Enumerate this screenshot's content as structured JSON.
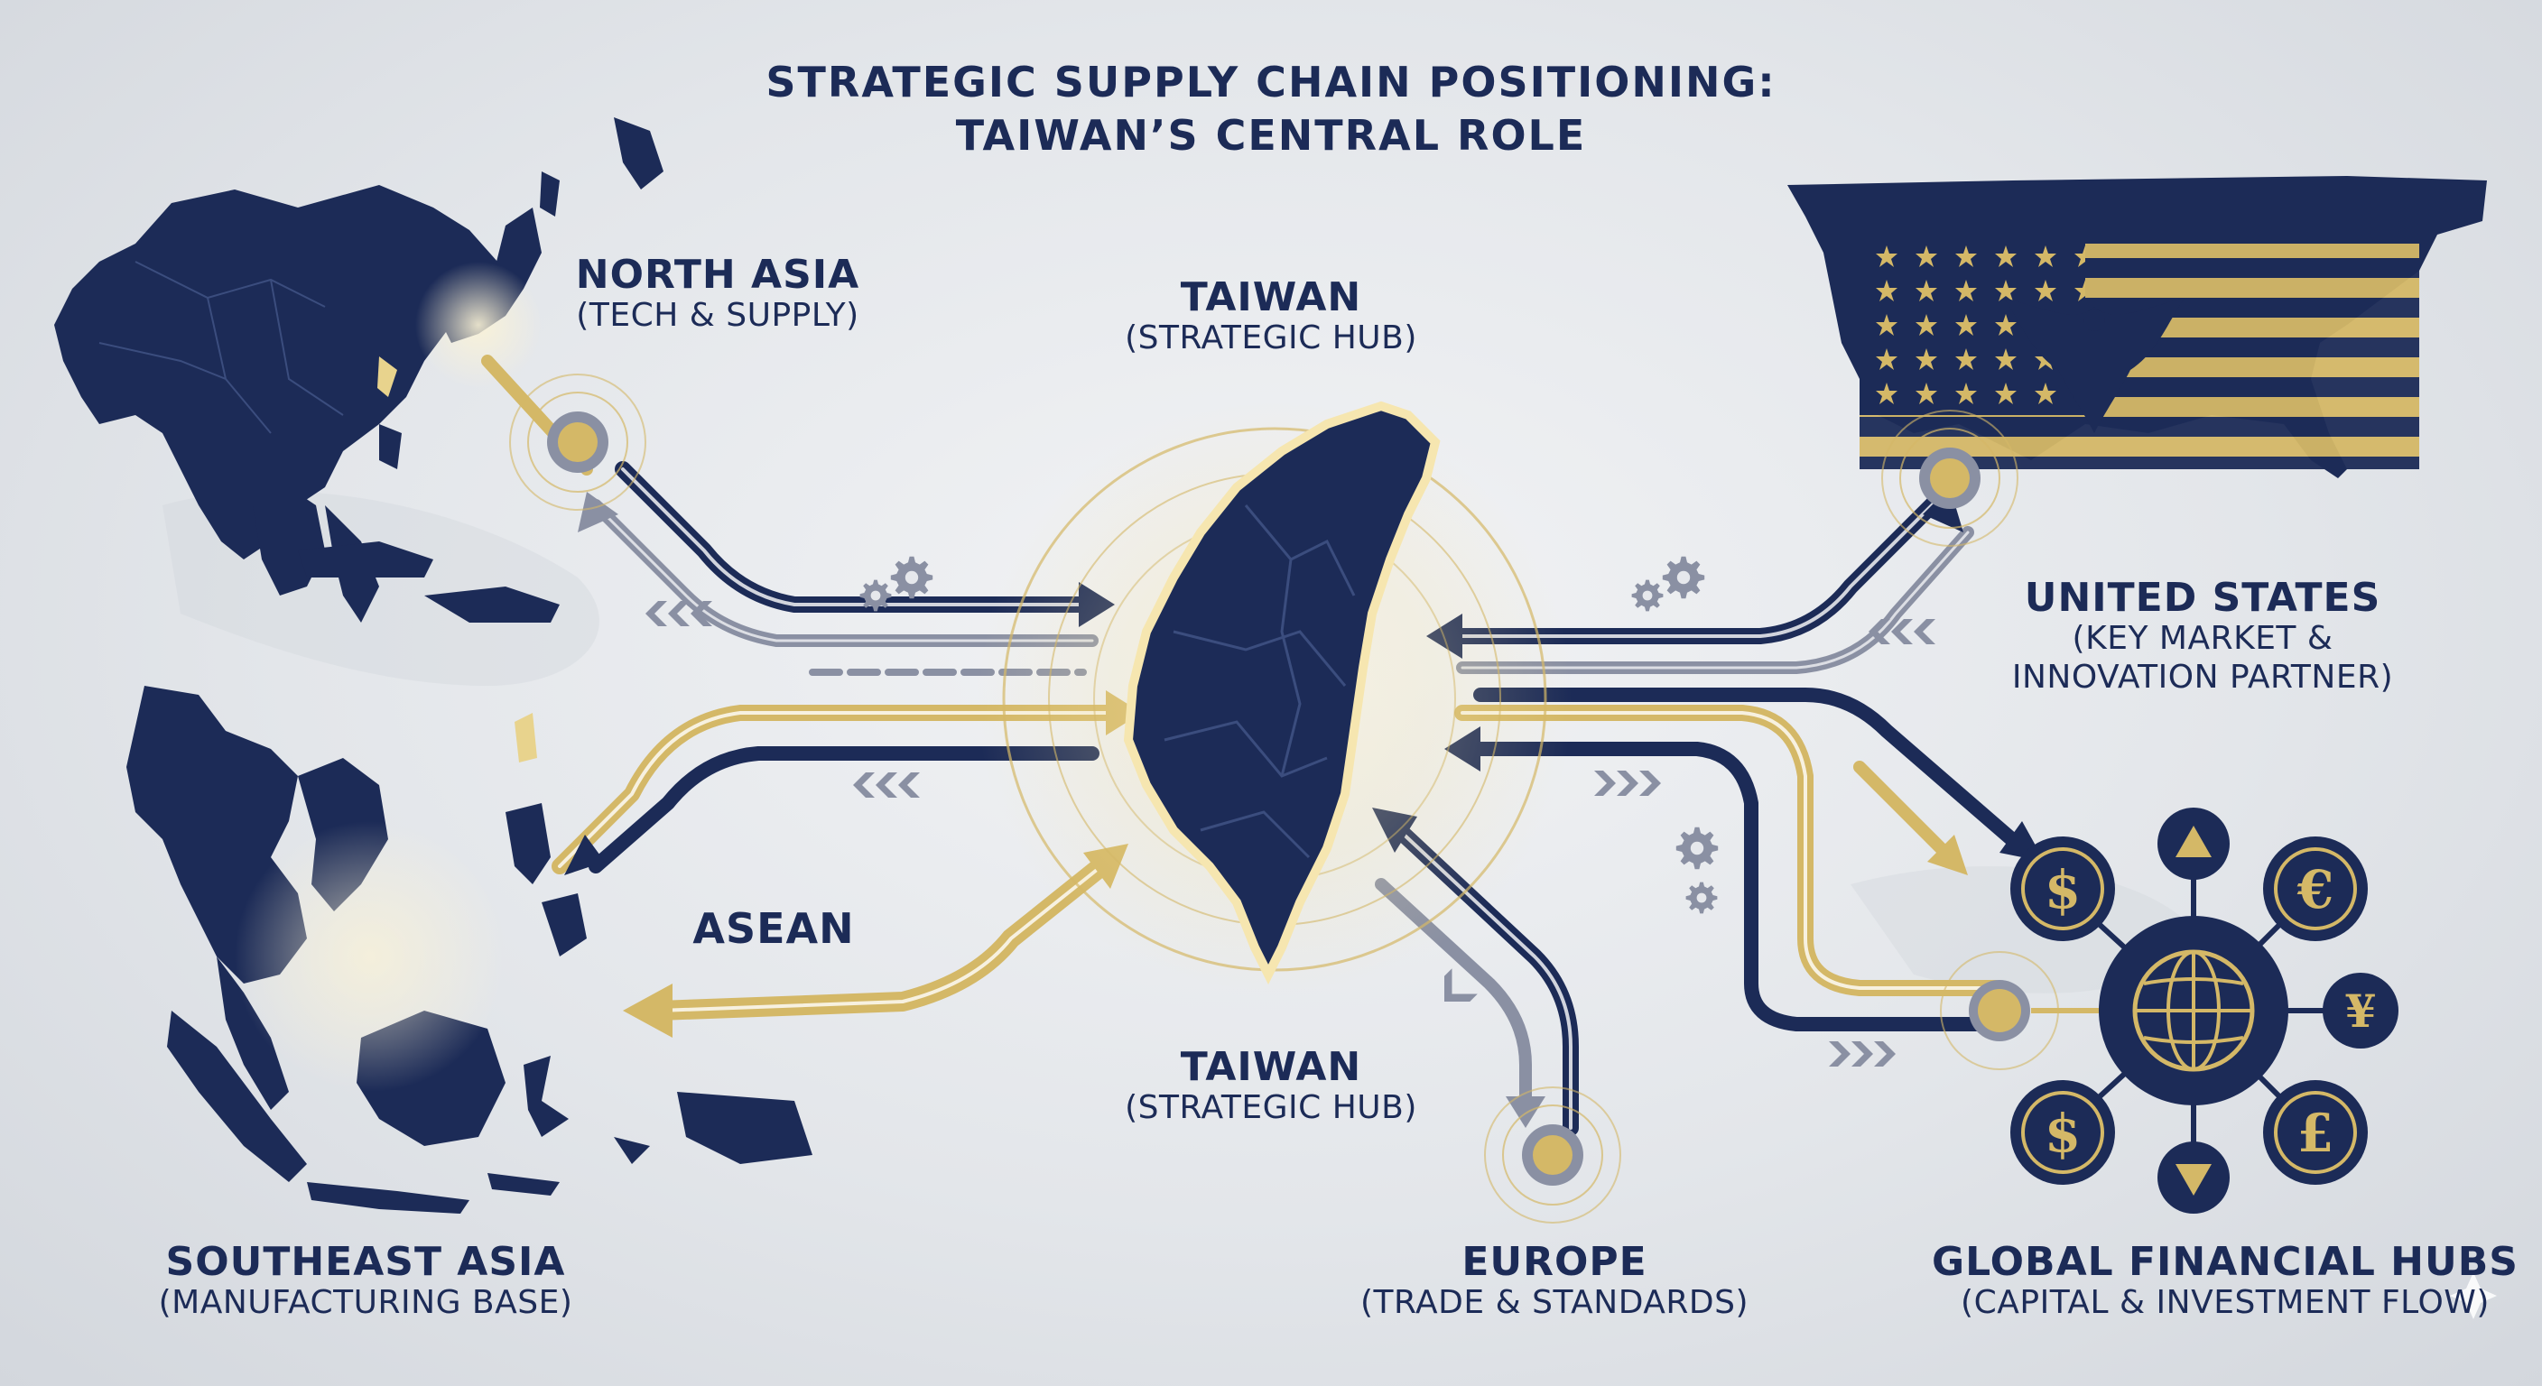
{
  "title": {
    "line1": "STRATEGIC SUPPLY CHAIN POSITIONING:",
    "line2": "TAIWAN’S CENTRAL ROLE"
  },
  "nodes": {
    "north_asia": {
      "name": "NORTH ASIA",
      "role": "(TECH & SUPPLY)"
    },
    "taiwan_top": {
      "name": "TAIWAN",
      "role": "(STRATEGIC HUB)"
    },
    "taiwan_bottom": {
      "name": "TAIWAN",
      "role": "(STRATEGIC HUB)"
    },
    "united_states": {
      "name": "UNITED STATES",
      "role_line1": "(KEY MARKET &",
      "role_line2": "INNOVATION PARTNER)"
    },
    "asean": {
      "name": "ASEAN"
    },
    "southeast_asia": {
      "name": "SOUTHEAST ASIA",
      "role": "(MANUFACTURING BASE)"
    },
    "europe": {
      "name": "EUROPE",
      "role": "(TRADE & STANDARDS)"
    },
    "financial_hubs": {
      "name": "GLOBAL FINANCIAL HUBS",
      "role": "(CAPITAL & INVESTMENT FLOW)"
    }
  },
  "currency_symbols": {
    "dollar_top": "$",
    "euro": "€",
    "yen": "¥",
    "dollar_bottom": "$",
    "pound": "£"
  },
  "colors": {
    "navy": "#1c2b57",
    "gold": "#d4b867",
    "grey": "#7e8599",
    "background": "#e3e6ea"
  },
  "icons": [
    "gear-icon",
    "globe-icon",
    "eagle-icon",
    "dollar-icon",
    "euro-icon",
    "yen-icon",
    "pound-icon",
    "triangle-up-icon",
    "triangle-down-icon",
    "chevron-arrow-icon"
  ]
}
